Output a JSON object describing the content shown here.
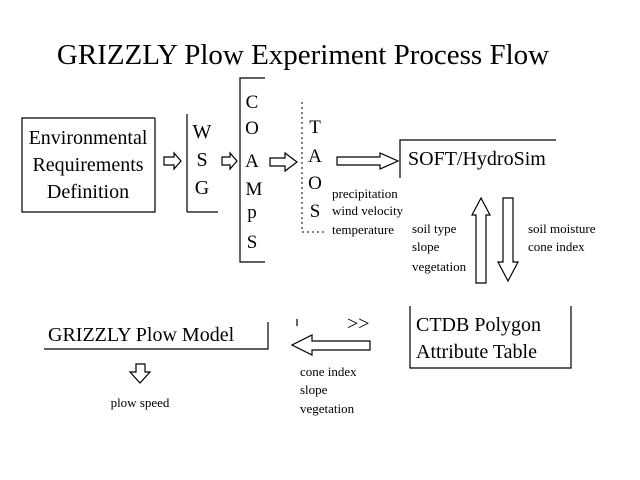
{
  "title": "GRIZZLY Plow Experiment Process Flow",
  "nodes": {
    "env_req": [
      "Environmental",
      "Requirements",
      "Definition"
    ],
    "wsg": [
      "W",
      "S",
      "G"
    ],
    "coamps": [
      "C",
      "O",
      "A",
      "M",
      "p",
      "S"
    ],
    "taos": [
      "T",
      "A",
      "O",
      "S"
    ],
    "softhydrosim": "SOFT/HydroSim",
    "ctdb": [
      "CTDB Polygon",
      "Attribute Table"
    ],
    "grizzly_model": "GRIZZLY Plow Model"
  },
  "labels": {
    "taos_outputs": [
      "precipitation",
      "wind velocity",
      "temperature"
    ],
    "ctdb_to_soft": [
      "soil type",
      "slope",
      "vegetation"
    ],
    "soft_to_ctdb": [
      "soil moisture",
      "cone index"
    ],
    "ctdb_to_model": [
      "cone index",
      "slope",
      "vegetation"
    ],
    "model_output": "plow speed",
    "connector_mark": ">>"
  }
}
